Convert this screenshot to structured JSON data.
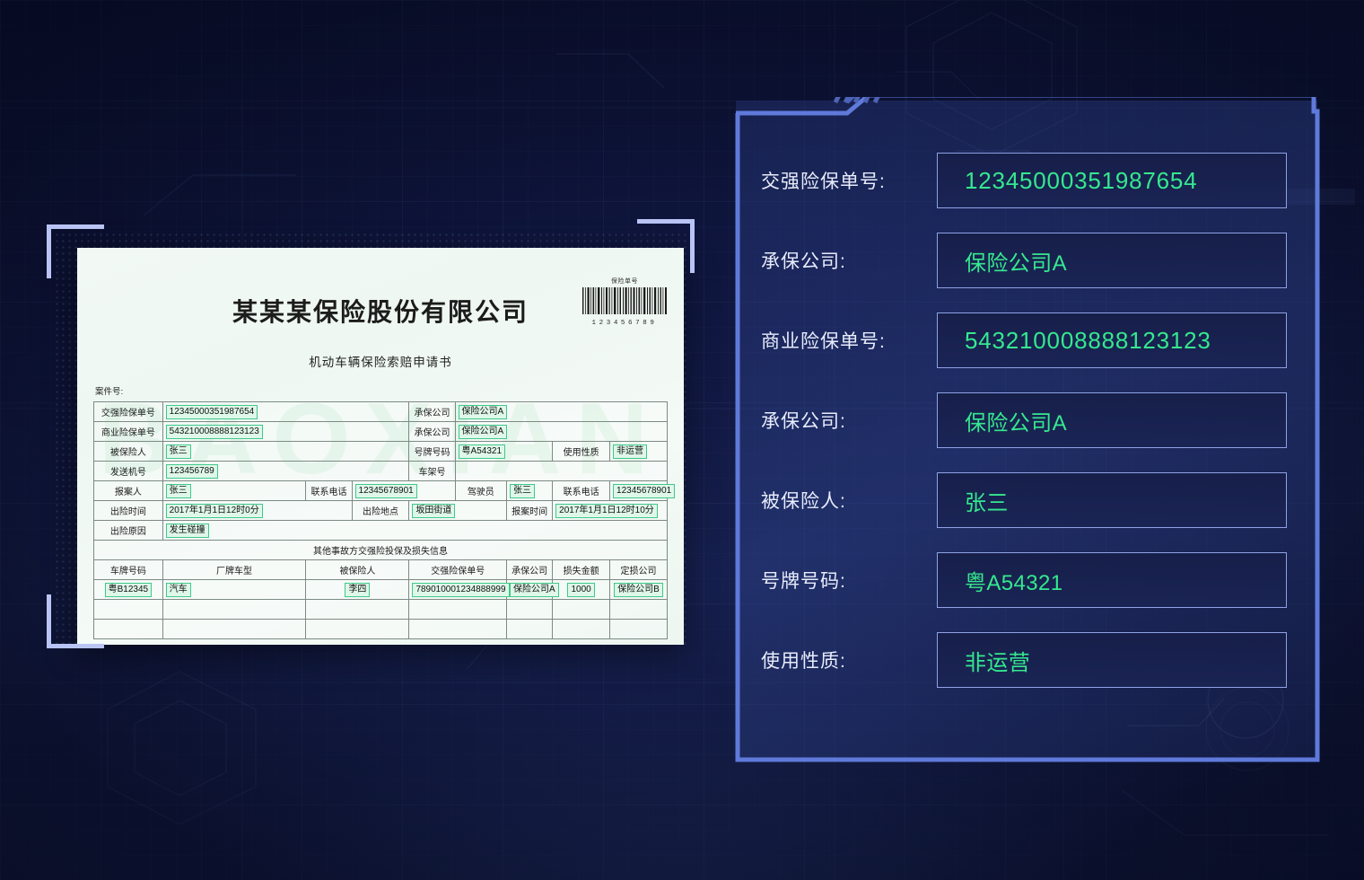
{
  "document": {
    "company_title": "某某某保险股份有限公司",
    "form_subtitle": "机动车辆保险索赔申请书",
    "case_no_label": "案件号:",
    "barcode": {
      "caption": "保险单号",
      "digits": "123456789"
    },
    "rows": {
      "r1_label": "交强险保单号",
      "r1_value": "12345000351987654",
      "r1_label2": "承保公司",
      "r1_value2": "保险公司A",
      "r2_label": "商业险保单号",
      "r2_value": "543210008888123123",
      "r2_label2": "承保公司",
      "r2_value2": "保险公司A",
      "r3_label": "被保险人",
      "r3_value": "张三",
      "r3_label2": "号牌号码",
      "r3_value2": "粤A54321",
      "r3_label3": "使用性质",
      "r3_value3": "非运营",
      "r4_label": "发送机号",
      "r4_value": "123456789",
      "r4_label2": "车架号",
      "r4_value2": "",
      "r5_label": "报案人",
      "r5_value": "张三",
      "r5_label2": "联系电话",
      "r5_value2": "12345678901",
      "r5_label3": "驾驶员",
      "r5_value3": "张三",
      "r5_label4": "联系电话",
      "r5_value4": "12345678901",
      "r6_label": "出险时间",
      "r6_value": "2017年1月1日12时0分",
      "r6_label2": "出险地点",
      "r6_value2": "坂田街道",
      "r6_label3": "报案时间",
      "r6_value3": "2017年1月1日12时10分",
      "r7_label": "出险原因",
      "r7_value": "发生碰撞"
    },
    "section_title": "其他事故方交强险投保及损失信息",
    "sub_table": {
      "headers": [
        "车牌号码",
        "厂牌车型",
        "被保险人",
        "交强险保单号",
        "承保公司",
        "损失金额",
        "定损公司"
      ],
      "data_row": [
        "粤B12345",
        "汽车",
        "李四",
        "789010001234888999",
        "保险公司A",
        "1000",
        "保险公司B"
      ]
    },
    "watermark": "BAOXIAN"
  },
  "panel": {
    "fields": [
      {
        "label": "交强险保单号:",
        "value": "12345000351987654",
        "type": "num"
      },
      {
        "label": "承保公司:",
        "value": "保险公司A",
        "type": "text"
      },
      {
        "label": "商业险保单号:",
        "value": "543210008888123123",
        "type": "num"
      },
      {
        "label": "承保公司:",
        "value": "保险公司A",
        "type": "text"
      },
      {
        "label": "被保险人:",
        "value": "张三",
        "type": "text"
      },
      {
        "label": "号牌号码:",
        "value": "粤A54321",
        "type": "text"
      },
      {
        "label": "使用性质:",
        "value": "非运营",
        "type": "text"
      }
    ]
  },
  "colors": {
    "accent_green": "#35e88f",
    "frame_blue": "#5b74d6",
    "bracket_blue": "#b9c4f5",
    "label_white": "#e8ecfb"
  }
}
